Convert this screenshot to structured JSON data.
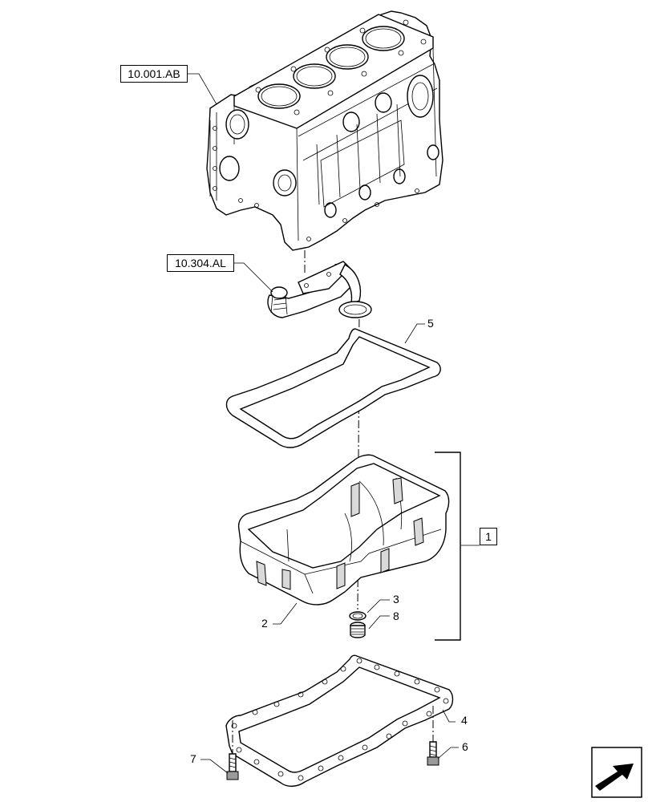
{
  "references": {
    "engine_block_ref": "10.001.AB",
    "oil_pickup_ref": "10.304.AL"
  },
  "callouts": {
    "oil_pan_assembly": "1",
    "oil_pan": "2",
    "drain_plug_washer": "3",
    "lower_gasket": "4",
    "upper_gasket": "5",
    "bolt_right": "6",
    "bolt_left": "7",
    "drain_plug": "8"
  },
  "icons": {
    "navigation": "arrow-navigation-icon"
  }
}
